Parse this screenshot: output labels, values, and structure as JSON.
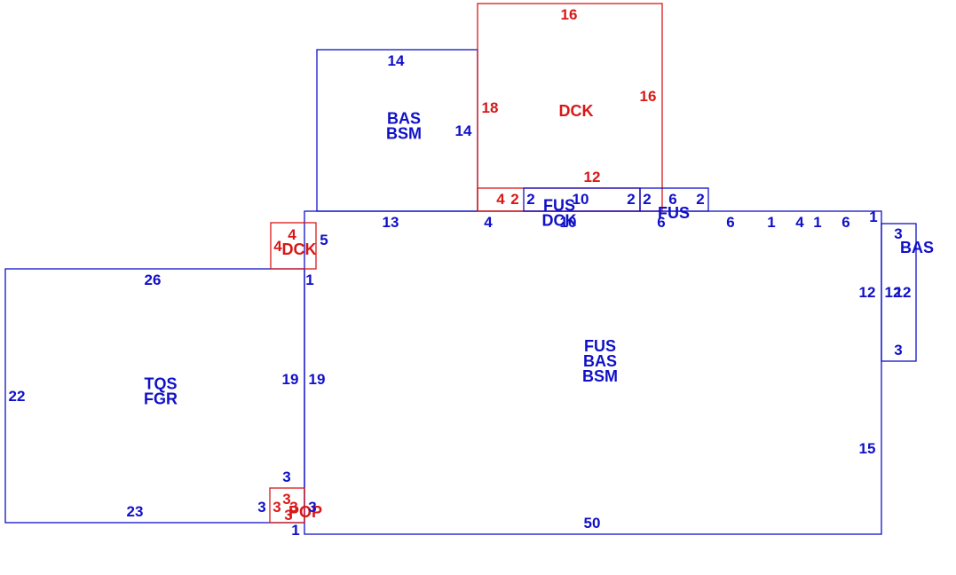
{
  "colors": {
    "blue": "#1010c8",
    "red": "#d81818",
    "background": "#ffffff"
  },
  "areas": [
    {
      "id": "main",
      "color": "blue",
      "codes": [
        "FUS",
        "BAS",
        "BSM"
      ]
    },
    {
      "id": "left",
      "color": "blue",
      "codes": [
        "TQS",
        "FGR"
      ]
    },
    {
      "id": "upper-left",
      "color": "blue",
      "codes": [
        "BAS",
        "BSM"
      ]
    },
    {
      "id": "upper-deck",
      "color": "red",
      "codes": [
        "DCK"
      ]
    },
    {
      "id": "strip",
      "color": "red",
      "codes": []
    },
    {
      "id": "center-fus",
      "color": "blue",
      "codes": [
        "FUS",
        "DCK"
      ]
    },
    {
      "id": "right-fus",
      "color": "blue",
      "codes": [
        "FUS"
      ]
    },
    {
      "id": "bay",
      "color": "blue",
      "codes": [
        "BAS"
      ]
    },
    {
      "id": "small-deck",
      "color": "red",
      "codes": [
        "DCK"
      ]
    },
    {
      "id": "porch",
      "color": "red",
      "codes": [
        "POP"
      ]
    }
  ],
  "dimensions": [
    {
      "v": "16",
      "c": "red"
    },
    {
      "v": "14",
      "c": "blue"
    },
    {
      "v": "18",
      "c": "red"
    },
    {
      "v": "16",
      "c": "red"
    },
    {
      "v": "14",
      "c": "blue"
    },
    {
      "v": "12",
      "c": "red"
    },
    {
      "v": "4",
      "c": "red"
    },
    {
      "v": "2",
      "c": "red"
    },
    {
      "v": "2",
      "c": "blue"
    },
    {
      "v": "10",
      "c": "blue"
    },
    {
      "v": "2",
      "c": "blue"
    },
    {
      "v": "2",
      "c": "blue"
    },
    {
      "v": "6",
      "c": "blue"
    },
    {
      "v": "2",
      "c": "blue"
    },
    {
      "v": "13",
      "c": "blue"
    },
    {
      "v": "4",
      "c": "blue"
    },
    {
      "v": "10",
      "c": "blue"
    },
    {
      "v": "6",
      "c": "blue"
    },
    {
      "v": "6",
      "c": "blue"
    },
    {
      "v": "1",
      "c": "blue"
    },
    {
      "v": "4",
      "c": "blue"
    },
    {
      "v": "1",
      "c": "blue"
    },
    {
      "v": "6",
      "c": "blue"
    },
    {
      "v": "1",
      "c": "blue"
    },
    {
      "v": "3",
      "c": "blue"
    },
    {
      "v": "12",
      "c": "blue"
    },
    {
      "v": "12",
      "c": "blue"
    },
    {
      "v": "12",
      "c": "blue"
    },
    {
      "v": "3",
      "c": "blue"
    },
    {
      "v": "4",
      "c": "red"
    },
    {
      "v": "4",
      "c": "red"
    },
    {
      "v": "5",
      "c": "blue"
    },
    {
      "v": "26",
      "c": "blue"
    },
    {
      "v": "1",
      "c": "blue"
    },
    {
      "v": "22",
      "c": "blue"
    },
    {
      "v": "19",
      "c": "blue"
    },
    {
      "v": "19",
      "c": "blue"
    },
    {
      "v": "15",
      "c": "blue"
    },
    {
      "v": "3",
      "c": "blue"
    },
    {
      "v": "3",
      "c": "blue"
    },
    {
      "v": "3",
      "c": "red"
    },
    {
      "v": "3",
      "c": "red"
    },
    {
      "v": "3",
      "c": "red"
    },
    {
      "v": "3",
      "c": "red"
    },
    {
      "v": "3",
      "c": "blue"
    },
    {
      "v": "23",
      "c": "blue"
    },
    {
      "v": "1",
      "c": "blue"
    },
    {
      "v": "50",
      "c": "blue"
    }
  ]
}
